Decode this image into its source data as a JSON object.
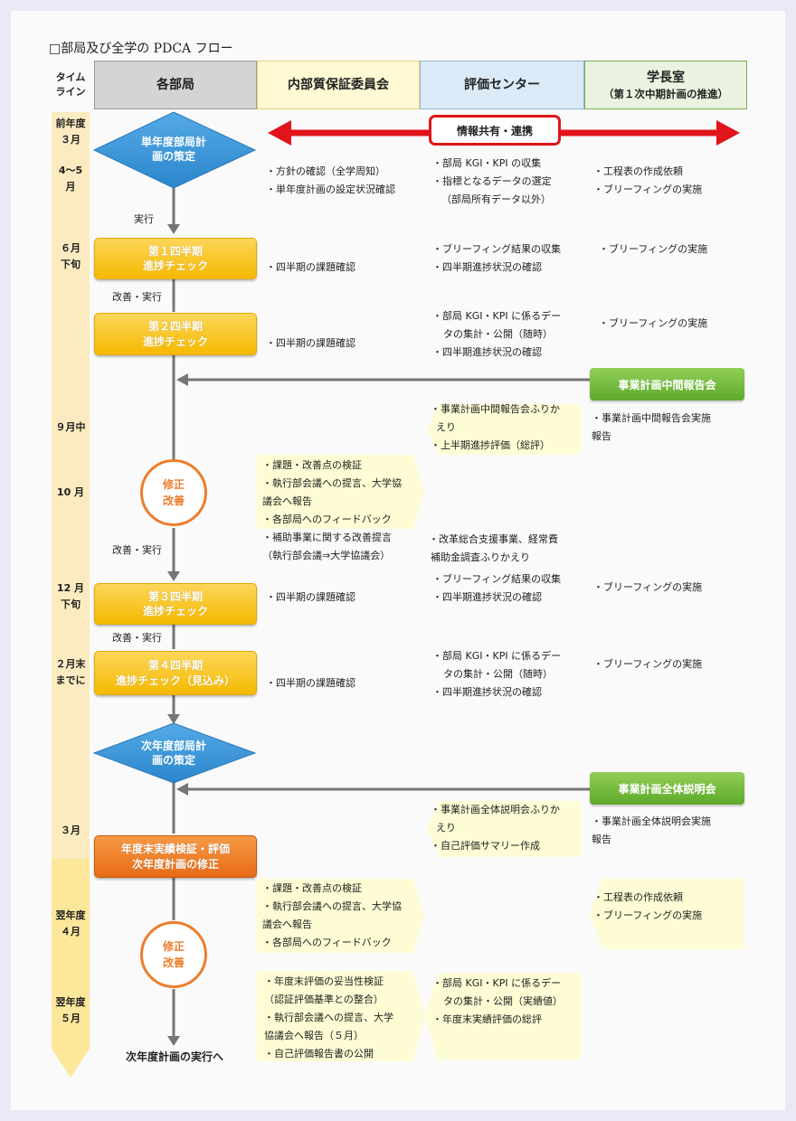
{
  "title": "□部局及び全学の PDCA フロー",
  "headers": {
    "timeline": [
      "タイム",
      "ライン"
    ],
    "departments": "各部局",
    "committee": "内部質保証委員会",
    "center": "評価センター",
    "president": "学長室",
    "president_sub": "（第１次中期計画の推進）"
  },
  "timeline": {
    "prev_year": [
      "前年度",
      "３月"
    ],
    "apr_may": [
      "4～5",
      "月"
    ],
    "jun": [
      "６月",
      "下旬"
    ],
    "sep": "９月中",
    "oct": "10 月",
    "dec": [
      "12 月",
      "下旬"
    ],
    "feb": [
      "２月末",
      "までに"
    ],
    "mar": "３月",
    "next_apr": [
      "翌年度",
      "４月"
    ],
    "next_may": [
      "翌年度",
      "５月"
    ]
  },
  "flow": {
    "diamond1": [
      "単年度部局計",
      "画の策定"
    ],
    "diamond2": [
      "次年度部局計",
      "画の策定"
    ],
    "q1": [
      "第１四半期",
      "進捗チェック"
    ],
    "q2": [
      "第２四半期",
      "進捗チェック"
    ],
    "q3": [
      "第３四半期",
      "進捗チェック"
    ],
    "q4": [
      "第４四半期",
      "進捗チェック（見込み）"
    ],
    "year_end": [
      "年度末実績検証・評価",
      "次年度計画の修正"
    ],
    "circle1": [
      "修正",
      "改善"
    ],
    "circle2": [
      "修正",
      "改善"
    ],
    "label_exec": "実行",
    "label_improve1": "改善・実行",
    "label_improve2": "改善・実行",
    "label_improve3": "改善・実行",
    "end": "次年度計画の実行へ"
  },
  "share_label": "情報共有・連携",
  "green": {
    "mid_report": "事業計画中間報告会",
    "full_briefing": "事業計画全体説明会"
  },
  "committee_notes": {
    "n1": [
      "・方針の確認（全学周知）",
      "・単年度計画の設定状況確認"
    ],
    "n2": "・四半期の課題確認",
    "n3": "・四半期の課題確認",
    "n4": [
      "・課題・改善点の検証",
      "・執行部会議への提言、大学協",
      "議会へ報告",
      "・各部局へのフィードバック",
      "・補助事業に関する改善提言",
      "（執行部会議⇒大学協議会）"
    ],
    "n5": "・四半期の課題確認",
    "n6": "・四半期の課題確認",
    "n7": [
      "・課題・改善点の検証",
      "・執行部会議への提言、大学協",
      "議会へ報告",
      "・各部局へのフィードバック"
    ],
    "n8": [
      "・年度末評価の妥当性検証",
      "（認証評価基準との整合）",
      "・執行部会議への提言、大学",
      "協議会へ報告（５月）",
      "・自己評価報告書の公開"
    ]
  },
  "center_notes": {
    "n1": [
      "・部局 KGI・KPI の収集",
      "・指標となるデータの選定",
      "（部局所有データ以外）"
    ],
    "n2": [
      "・ブリーフィング結果の収集",
      "・四半期進捗状況の確認"
    ],
    "n3": [
      "・部局 KGI・KPI に係るデー",
      "タの集計・公開（随時）",
      "・四半期進捗状況の確認"
    ],
    "n4": [
      "・事業計画中間報告会ふりか",
      "えり",
      "・上半期進捗評価（総評）"
    ],
    "n5": [
      "・改革総合支援事業、経常費",
      "補助金調査ふりかえり"
    ],
    "n6": [
      "・ブリーフィング結果の収集",
      "・四半期進捗状況の確認"
    ],
    "n7": [
      "・部局 KGI・KPI に係るデー",
      "タの集計・公開（随時）",
      "・四半期進捗状況の確認"
    ],
    "n8": [
      "・事業計画全体説明会ふりか",
      "えり",
      "・自己評価サマリー作成"
    ],
    "n9": [
      "・部局 KGI・KPI に係るデー",
      "タの集計・公開（実績値）",
      "・年度末実績評価の総評"
    ]
  },
  "president_notes": {
    "n1": [
      "・工程表の作成依頼",
      "・ブリーフィングの実施"
    ],
    "n2": "・ブリーフィングの実施",
    "n3": "・ブリーフィングの実施",
    "n4": [
      "・事業計画中間報告会実施",
      "報告"
    ],
    "n5": "・ブリーフィングの実施",
    "n6": "・ブリーフィングの実施",
    "n7": [
      "・事業計画全体説明会実施",
      "報告"
    ],
    "n8": [
      "・工程表の作成依頼",
      "・ブリーフィングの実施"
    ]
  },
  "colors": {
    "dept_header": "#d4d4d4",
    "committee_header": "#fff9d4",
    "center_header": "#dbeaf7",
    "president_header": "#eaf3df",
    "timeline_rail": "#fcebc0",
    "timeline_rail_next": "#fde79a",
    "callout": "#fefcd4",
    "quarter_box": "#f5b900",
    "year_end_box": "#e76b16",
    "diamond": "#3a97d8",
    "circle": "#ee7d2b",
    "share_arrow": "#e0141a",
    "green_box": "#6cb436",
    "flow_arrow": "#767676"
  }
}
